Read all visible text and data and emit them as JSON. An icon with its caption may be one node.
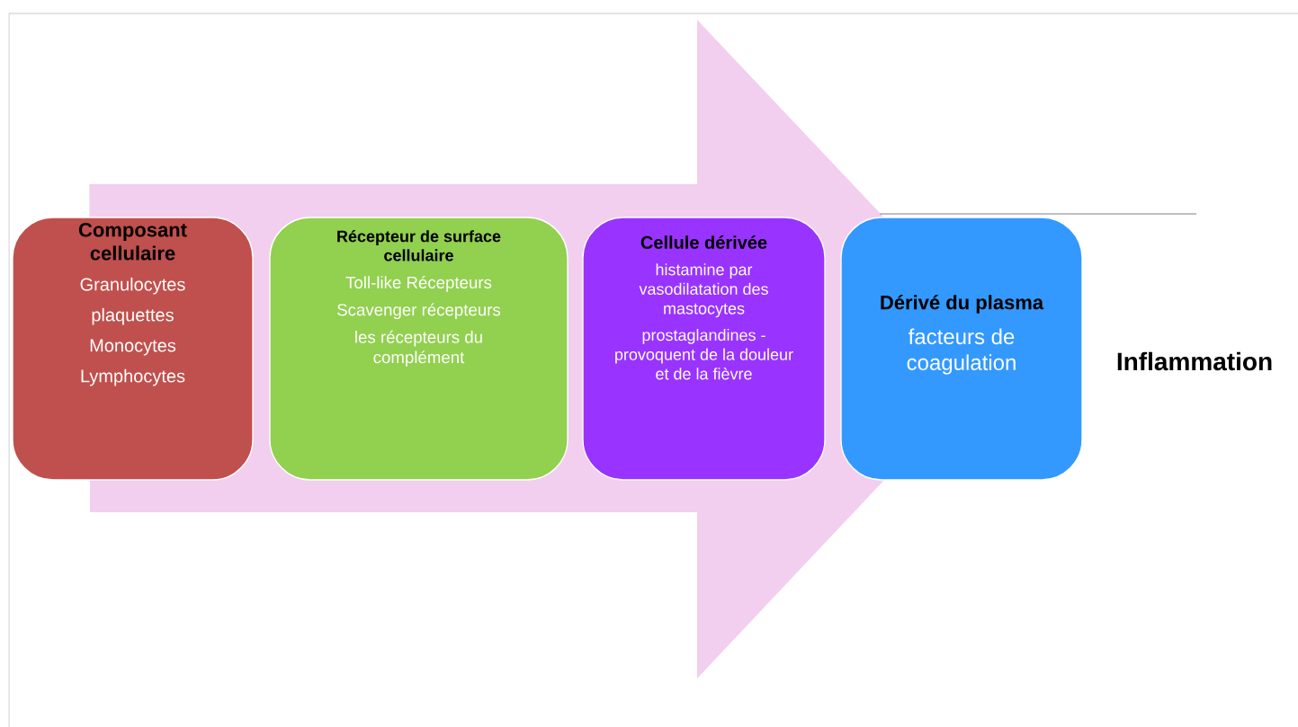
{
  "diagram": {
    "nodes": [
      {
        "text": [
          "Composant cellulaire",
          "Granulocytes",
          "plaquettes",
          "Monocytes",
          "Lymphocytes"
        ]
      },
      {
        "text": [
          "Récepteur de surface cellulaire",
          "Toll-like Récepteurs",
          "Scavenger récepteurs",
          "les récepteurs du complément"
        ]
      },
      {
        "text": [
          "Cellule dérivée",
          "histamine par vasodilatation des mastocytes",
          "prostaglandines - provoquent de la douleur et de la fièvre"
        ]
      },
      {
        "text": [
          "Dérivé du plasma",
          "facteurs de coagulation"
        ]
      },
      {
        "text": [
          "Inflammation"
        ]
      }
    ],
    "edges": [
      {
        "from": 0,
        "to": 3,
        "arrow": "to"
      }
    ]
  }
}
